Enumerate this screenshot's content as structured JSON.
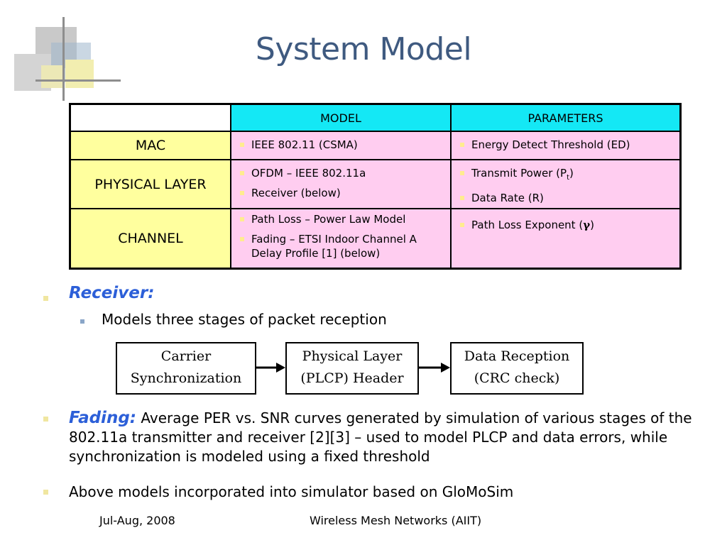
{
  "slide": {
    "title": "System Model"
  },
  "table": {
    "headers": [
      "",
      "MODEL",
      "PARAMETERS"
    ],
    "rows": [
      {
        "label": "MAC",
        "model": [
          "IEEE 802.11 (CSMA)"
        ],
        "parameters": [
          "Energy Detect Threshold (ED)"
        ]
      },
      {
        "label": "PHYSICAL LAYER",
        "model": [
          "OFDM – IEEE 802.11a",
          "Receiver (below)"
        ],
        "parameters": [
          "Transmit Power (P",
          "t",
          ")",
          "Data Rate (R)"
        ]
      },
      {
        "label": "CHANNEL",
        "model": [
          "Path Loss – Power Law Model",
          "Fading – ETSI Indoor Channel A Delay Profile [1] (below)"
        ],
        "parameters": [
          "Path Loss Exponent (",
          "γ",
          ")"
        ]
      }
    ]
  },
  "receiver": {
    "label": "Receiver:",
    "description": "Models three stages of packet reception",
    "stages": [
      [
        "Carrier",
        "Synchronization"
      ],
      [
        "Physical Layer",
        "(PLCP) Header"
      ],
      [
        "Data Reception",
        "(CRC check)"
      ]
    ]
  },
  "fading": {
    "label": "Fading:",
    "text": "Average PER vs. SNR curves generated by simulation of various stages of the 802.11a transmitter and receiver [2][3] – used to model PLCP and data errors, while synchronization is modeled using a fixed threshold"
  },
  "above_models": "Above models incorporated into simulator based on GloMoSim",
  "footer": {
    "date": "Jul-Aug, 2008",
    "course": "Wireless Mesh Networks (AIIT)"
  },
  "colors": {
    "title": "#3f5a80",
    "header_cell": "#14e8f5",
    "row_label": "#ffff9e",
    "content_cell": "#ffcdf0",
    "emphasis": "#2c5fd8"
  }
}
